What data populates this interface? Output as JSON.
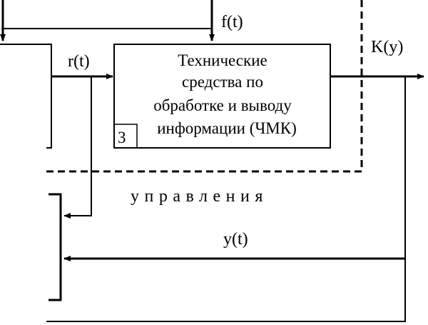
{
  "signals": {
    "f": "f(t)",
    "r": "r(t)",
    "k": "K(y)",
    "y": "y(t)"
  },
  "main_block": {
    "lines": [
      "Технические",
      "средства по",
      "обработке и выводу",
      "информации (ЧМК)"
    ],
    "number": "3"
  },
  "caption": "управления",
  "colors": {
    "line": "#000000",
    "background": "#ffffff"
  }
}
